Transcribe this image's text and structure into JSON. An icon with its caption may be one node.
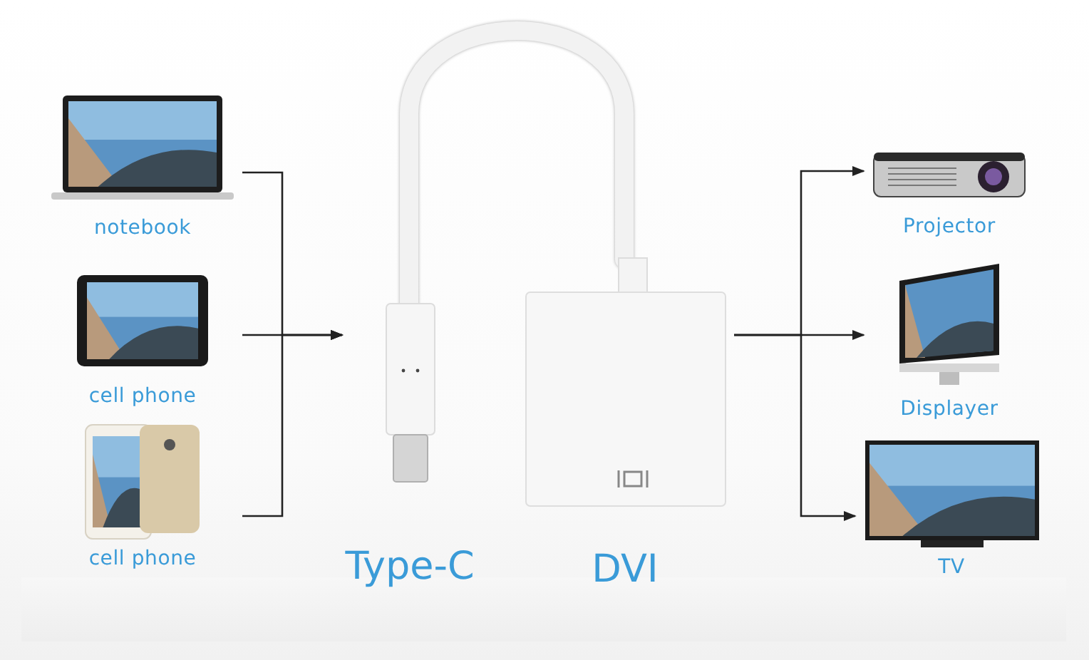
{
  "diagram": {
    "nodes": [
      {
        "text": [
          "notebook"
        ]
      },
      {
        "text": [
          "cell phone"
        ]
      },
      {
        "text": [
          "cell phone"
        ]
      },
      {
        "text": [
          "Type-C"
        ]
      },
      {
        "text": [
          "DVI"
        ]
      },
      {
        "text": [
          "Projector"
        ]
      },
      {
        "text": [
          "Displayer"
        ]
      },
      {
        "text": [
          "TV"
        ]
      }
    ],
    "edges": [
      {
        "from": 0,
        "to": 3,
        "arrow": "to"
      },
      {
        "from": 1,
        "to": 3,
        "arrow": "to"
      },
      {
        "from": 2,
        "to": 3,
        "arrow": "to"
      },
      {
        "from": 3,
        "to": 4,
        "arrow": "none",
        "style": "thick",
        "color": "#f2f2f2"
      },
      {
        "from": 4,
        "to": 5,
        "arrow": "to"
      },
      {
        "from": 4,
        "to": 6,
        "arrow": "to"
      },
      {
        "from": 4,
        "to": 7,
        "arrow": "to"
      }
    ]
  }
}
